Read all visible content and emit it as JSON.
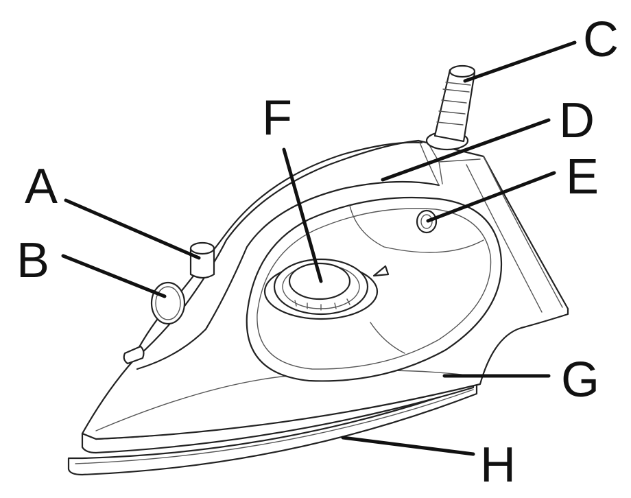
{
  "labels": {
    "a": "A",
    "b": "B",
    "c": "C",
    "d": "D",
    "e": "E",
    "f": "F",
    "g": "G",
    "h": "H"
  },
  "colors": {
    "line": "#222222",
    "background": "#ffffff"
  }
}
